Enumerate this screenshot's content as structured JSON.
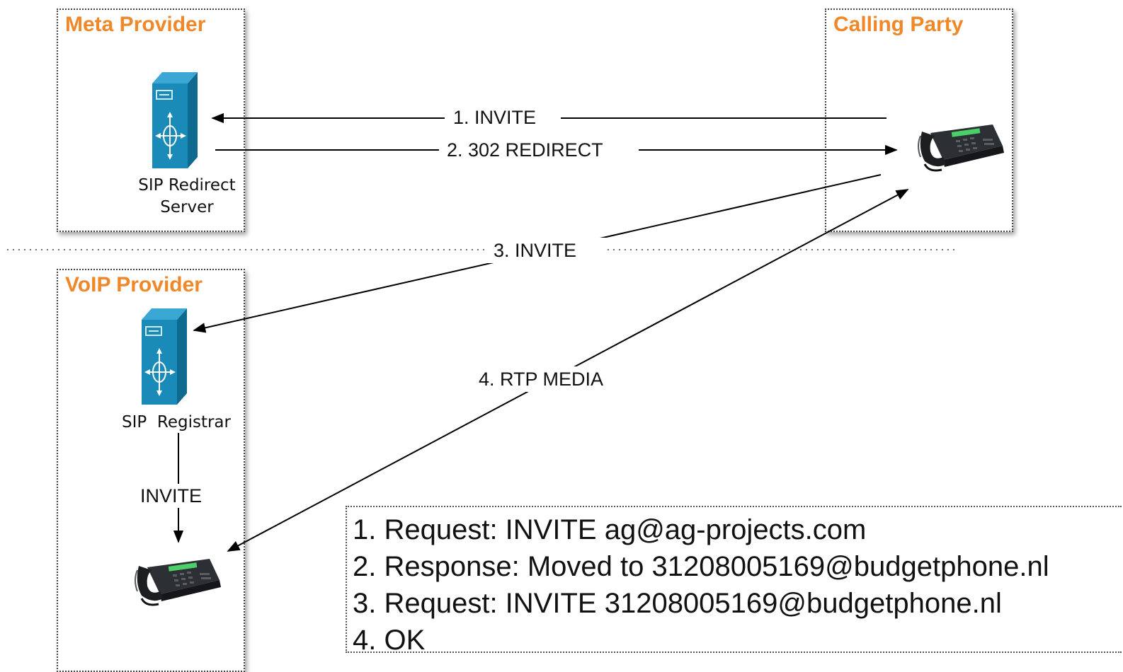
{
  "zones": {
    "meta_provider": "Meta Provider",
    "calling_party": "Calling Party",
    "voip_provider": "VoIP Provider"
  },
  "nodes": {
    "redirect_server": [
      "SIP Redirect",
      "Server"
    ],
    "registrar": "SIP  Registrar",
    "caller_phone_icon": "desk-phone-icon",
    "callee_phone_icon": "desk-phone-icon",
    "server_icon": "server-tower-icon"
  },
  "arrows": {
    "a1": "1.  INVITE",
    "a2": "2.  302 REDIRECT",
    "a3": "3.  INVITE",
    "a4": "4.  RTP MEDIA",
    "a5": "INVITE"
  },
  "legend": [
    "1. Request: INVITE ag@ag-projects.com",
    "2. Response: Moved to 31208005169@budgetphone.nl",
    "3. Request: INVITE 31208005169@budgetphone.nl",
    "4. OK"
  ],
  "colors": {
    "zone_title": "#f0882a",
    "server": "#1a8ab8"
  }
}
